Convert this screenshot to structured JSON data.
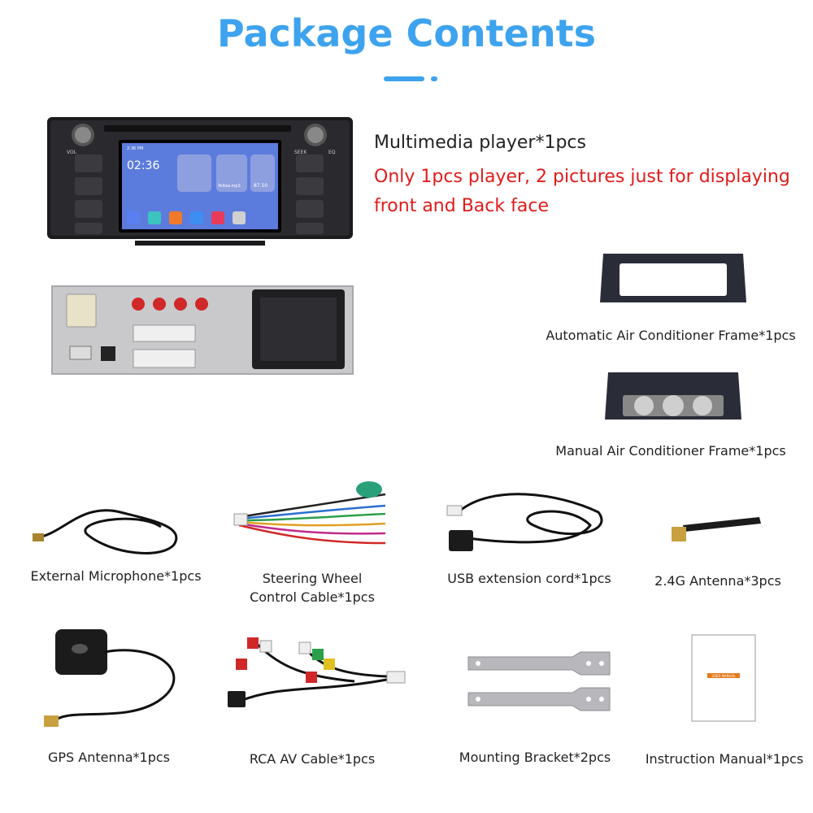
{
  "header": {
    "title": "Package Contents"
  },
  "player": {
    "name": "Multimedia player*1pcs",
    "note": "Only 1pcs player, 2 pictures just for displaying front and Back face",
    "screen_time": "02:36",
    "screen_status_time": "2:36 PM",
    "screen_media": "Yellow.mp3",
    "screen_radio": "87.50",
    "knob_left": "VOL",
    "knob_right": "SEEK",
    "eq": "EQ"
  },
  "items": {
    "auto_ac_frame": "Automatic Air Conditioner Frame*1pcs",
    "manual_ac_frame": "Manual Air Conditioner Frame*1pcs",
    "microphone": "External Microphone*1pcs",
    "steering_line1": "Steering Wheel",
    "steering_line2": "Control Cable*1pcs",
    "usb": "USB extension cord*1pcs",
    "antenna_24g": "2.4G Antenna*3pcs",
    "gps": "GPS Antenna*1pcs",
    "rca": "RCA AV Cable*1pcs",
    "bracket": "Mounting Bracket*2pcs",
    "manual": "Instruction Manual*1pcs",
    "manual_cover": "USER MANUAL"
  },
  "colors": {
    "accent": "#3ea3ee",
    "note": "#e21b1b"
  }
}
